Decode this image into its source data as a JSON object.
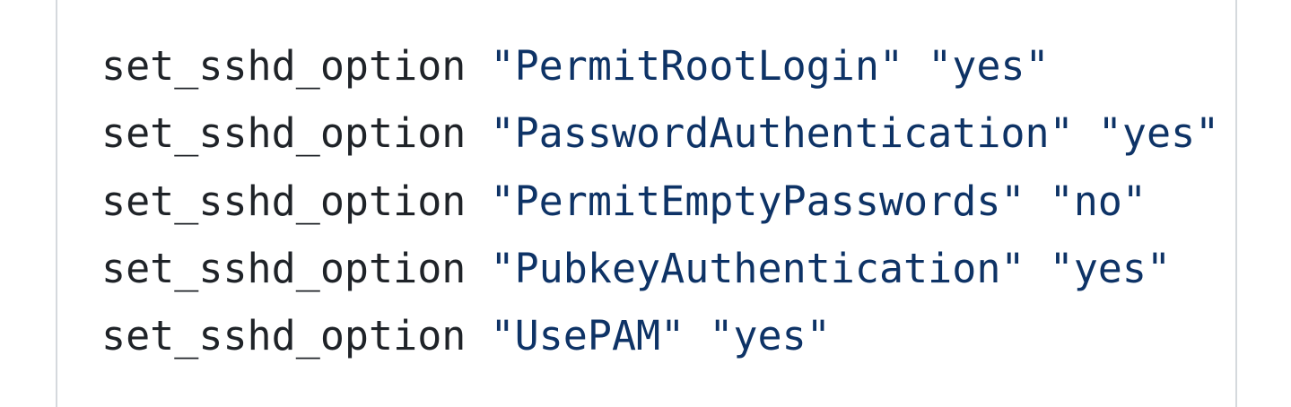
{
  "colors": {
    "background": "#ffffff",
    "panel_border": "#d5d9dd",
    "command_text": "#1f2328",
    "string_text": "#0e3366"
  },
  "code_block": {
    "content_type": "shell-script",
    "lines": [
      {
        "tokens": [
          {
            "type": "command",
            "text": "set_sshd_option "
          },
          {
            "type": "string",
            "text": "\"PermitRootLogin\""
          },
          {
            "type": "command",
            "text": " "
          },
          {
            "type": "string",
            "text": "\"yes\""
          }
        ]
      },
      {
        "tokens": [
          {
            "type": "command",
            "text": "set_sshd_option "
          },
          {
            "type": "string",
            "text": "\"PasswordAuthentication\""
          },
          {
            "type": "command",
            "text": " "
          },
          {
            "type": "string",
            "text": "\"yes\""
          }
        ]
      },
      {
        "tokens": [
          {
            "type": "command",
            "text": "set_sshd_option "
          },
          {
            "type": "string",
            "text": "\"PermitEmptyPasswords\""
          },
          {
            "type": "command",
            "text": " "
          },
          {
            "type": "string",
            "text": "\"no\""
          }
        ]
      },
      {
        "tokens": [
          {
            "type": "command",
            "text": "set_sshd_option "
          },
          {
            "type": "string",
            "text": "\"PubkeyAuthentication\""
          },
          {
            "type": "command",
            "text": " "
          },
          {
            "type": "string",
            "text": "\"yes\""
          }
        ]
      },
      {
        "tokens": [
          {
            "type": "command",
            "text": "set_sshd_option "
          },
          {
            "type": "string",
            "text": "\"UsePAM\""
          },
          {
            "type": "command",
            "text": " "
          },
          {
            "type": "string",
            "text": "\"yes\""
          }
        ]
      }
    ]
  }
}
